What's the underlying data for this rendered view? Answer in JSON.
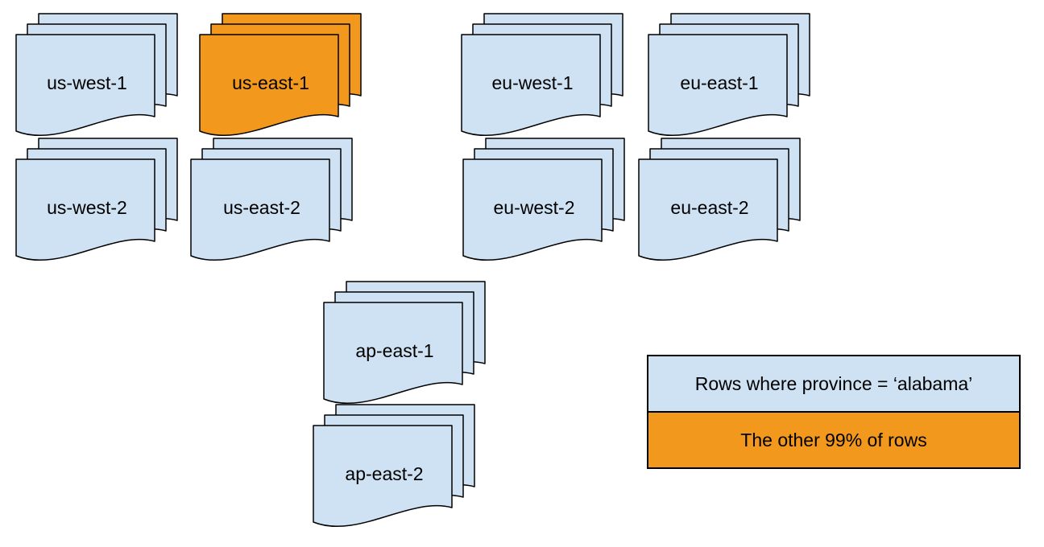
{
  "diagram": {
    "regions": [
      {
        "label": "us-west-1",
        "variant": "blue"
      },
      {
        "label": "us-east-1",
        "variant": "orange"
      },
      {
        "label": "eu-west-1",
        "variant": "blue"
      },
      {
        "label": "eu-east-1",
        "variant": "blue"
      },
      {
        "label": "us-west-2",
        "variant": "blue"
      },
      {
        "label": "us-east-2",
        "variant": "blue"
      },
      {
        "label": "eu-west-2",
        "variant": "blue"
      },
      {
        "label": "eu-east-2",
        "variant": "blue"
      },
      {
        "label": "ap-east-1",
        "variant": "blue"
      },
      {
        "label": "ap-east-2",
        "variant": "blue"
      }
    ],
    "legend": {
      "items": [
        {
          "label": "Rows where province = ‘alabama’",
          "variant": "blue"
        },
        {
          "label": "The other 99% of rows",
          "variant": "orange"
        }
      ]
    },
    "colors": {
      "blue": "#cfe2f3",
      "orange": "#f2981d",
      "outline": "#000000",
      "text": "#000000",
      "background": "#ffffff"
    }
  }
}
